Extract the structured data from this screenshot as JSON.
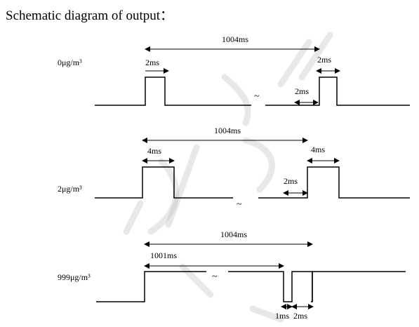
{
  "title": "Schematic diagram of output：",
  "rows": [
    {
      "concentration": "0μg/m³",
      "period": "1004ms",
      "pulse_label_left": "2ms",
      "pulse_label_right": "2ms",
      "gap_label": "2ms",
      "break_mark": "~"
    },
    {
      "concentration": "2μg/m³",
      "period": "1004ms",
      "pulse_label_left": "4ms",
      "pulse_label_right": "4ms",
      "gap_label": "2ms",
      "break_mark": "~"
    },
    {
      "concentration": "999μg/m³",
      "period": "1004ms",
      "pulse_label_left": "1001ms",
      "low_label": "1ms",
      "gap_label": "2ms",
      "break_mark": "~"
    }
  ]
}
